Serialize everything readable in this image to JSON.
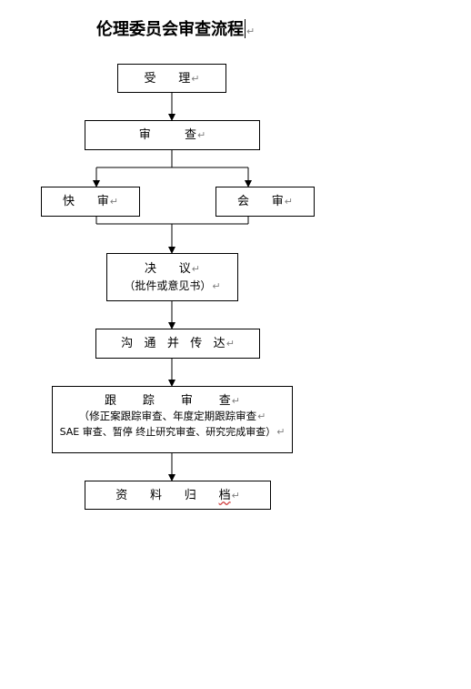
{
  "title": "伦理委员会审查流程",
  "para_mark": "↵",
  "nodes": {
    "accept": {
      "label": "受      理"
    },
    "review": {
      "label": "审         查"
    },
    "fast": {
      "label": "快      审"
    },
    "meeting": {
      "label": "会      审"
    },
    "decision": {
      "label": "决      议",
      "sub": "（批件或意见书）"
    },
    "communicate": {
      "label": "沟   通   并   传   达"
    },
    "tracking": {
      "label": "跟       踪       审       查",
      "sub1": "（修正案跟踪审查、年度定期跟踪审查",
      "sub2": "SAE 审查、暂停 终止研究审查、研究完成审查）"
    },
    "archive": {
      "label_main": "资      料      归      ",
      "label_last": "档"
    }
  }
}
